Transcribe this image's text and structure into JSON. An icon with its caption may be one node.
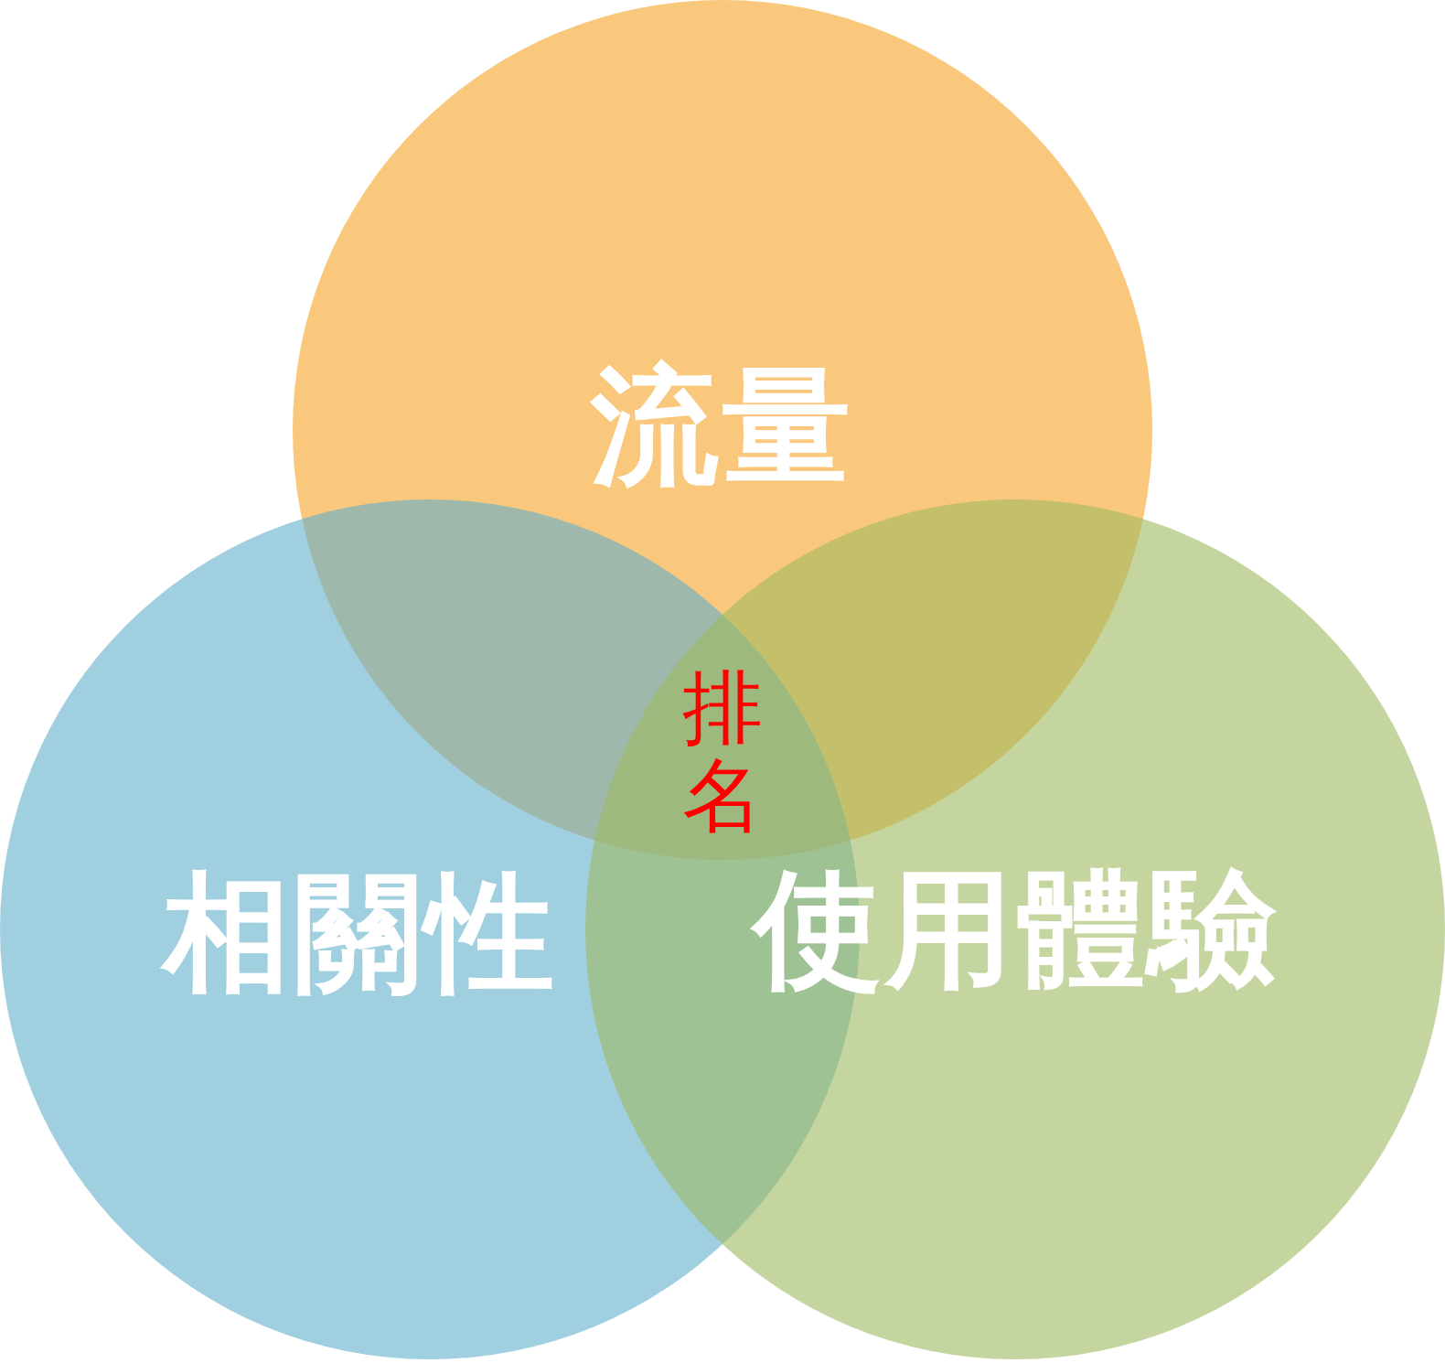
{
  "diagram": {
    "nodes": [
      {
        "text": [
          "流量"
        ]
      },
      {
        "text": [
          "相關性"
        ]
      },
      {
        "text": [
          "使用體驗"
        ]
      }
    ],
    "labels": [
      "排名"
    ]
  }
}
